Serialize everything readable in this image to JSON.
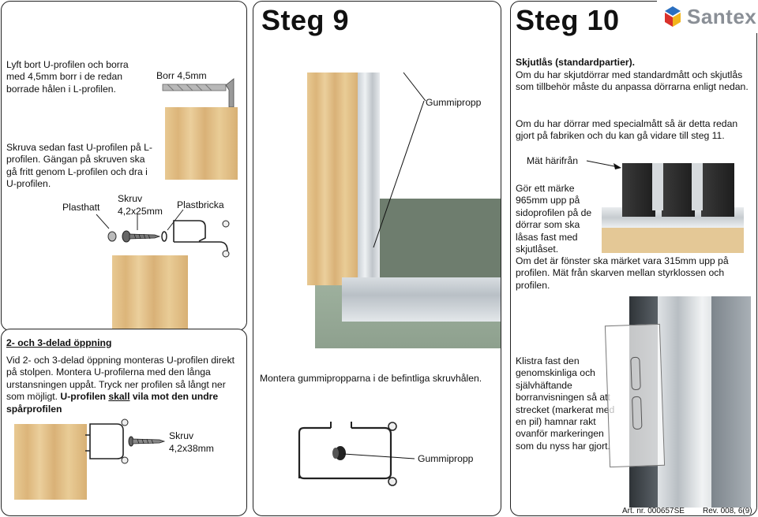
{
  "header": {
    "step9_title": "Steg 9",
    "step10_title": "Steg 10",
    "logo_text": "Santex"
  },
  "step8_top": {
    "para1": "Lyft bort U-profilen och borra med 4,5mm borr i de redan borrade hålen i L-profilen.",
    "drill_label": "Borr 4,5mm",
    "para2": "Skruva sedan fast U-profilen på L-profilen. Gängan på skruven ska gå fritt genom L-profilen och dra i U-profilen.",
    "plasthatt_label": "Plasthatt",
    "skruv_label": "Skruv",
    "skruv_size": "4,2x25mm",
    "plastbricka_label": "Plastbricka"
  },
  "step8_bottom": {
    "heading": "2- och 3-delad öppning",
    "para_a": "Vid 2- och 3-delad öppning monteras U-profilen direkt på stolpen. Montera U-profilerna med den långa urstansningen uppåt. Tryck ner profilen så långt ner som möjligt.",
    "para_b_lead": "U-profilen ",
    "para_b_underline": "skall",
    "para_b_tail": " vila mot den undre spårprofilen",
    "skruv_label": "Skruv",
    "skruv_size": "4,2x38mm"
  },
  "step9": {
    "gummipropp_top": "Gummipropp",
    "caption": "Montera gummipropparna i de befintliga skruvhålen.",
    "gummipropp_bottom": "Gummipropp"
  },
  "step10": {
    "title": "Skjutlås (standardpartier).",
    "para1": "Om du har skjutdörrar med standardmått och skjutlås som tillbehör måste du anpassa dörrarna enligt nedan.",
    "para2": "Om du har dörrar med specialmått så är detta redan gjort på fabriken och du kan gå vidare till steg 11.",
    "mat_label": "Mät härifrån",
    "para3": "Gör ett märke 965mm upp på sidoprofilen på de dörrar som ska låsas fast med skjutlåset.",
    "para4": "Om det är fönster ska märket vara 315mm upp på profilen. Mät från skarven mellan styrklossen och profilen.",
    "para5": "Klistra fast den genomskinliga och självhäftande borranvisningen så att strecket (markerat med en pil) hamnar rakt ovanför markeringen som du nyss har gjort."
  },
  "footer": {
    "art_nr": "Art. nr. 000657SE",
    "rev": "Rev. 008, 6(9)"
  },
  "colors": {
    "logo_blue": "#2a6fc0",
    "logo_red": "#d9312b",
    "logo_yellow": "#f2b51c",
    "logo_text": "#8a8f96"
  }
}
